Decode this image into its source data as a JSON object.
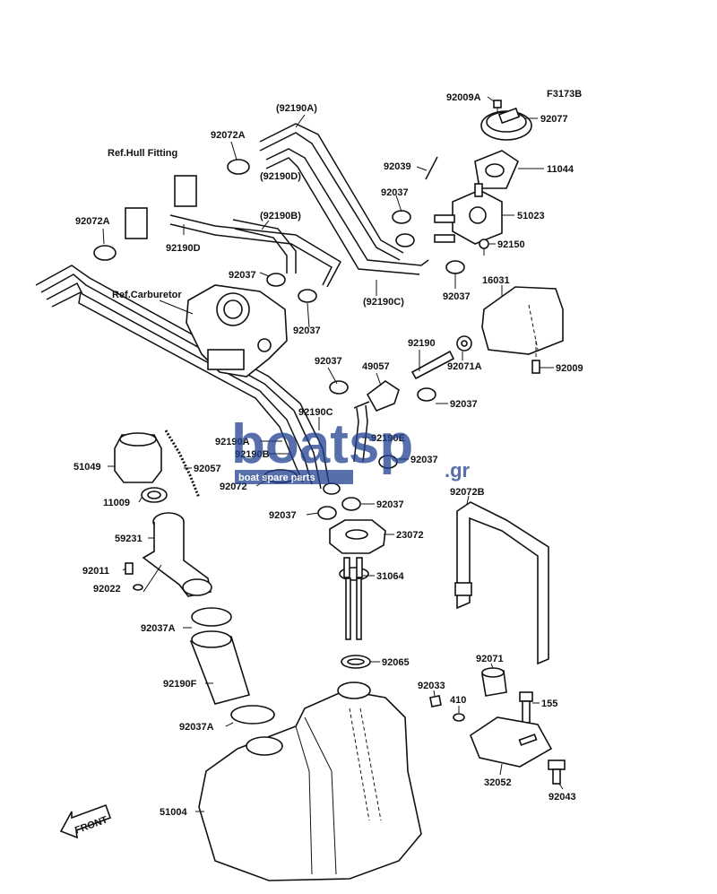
{
  "figure_code": "F3173B",
  "reference_labels": {
    "hull_fitting": "Ref.Hull Fitting",
    "carburetor": "Ref.Carburetor"
  },
  "front_arrow": "FRONT",
  "watermark": {
    "main": "boatsp",
    "suffix": ".gr",
    "tagline": "boat spare parts",
    "color": "#1f3f8f"
  },
  "part_labels": {
    "p92009A": "92009A",
    "p92077": "92077",
    "p11044": "11044",
    "p92039": "92039",
    "p92037_a": "92037",
    "p51023": "51023",
    "p92150": "92150",
    "p92037_b": "92037",
    "p16031": "16031",
    "p92009": "92009",
    "p92071A": "92071A",
    "p92190": "92190",
    "p49057": "49057",
    "p92037_c": "92037",
    "p92037_d": "92037",
    "p92190A": "(92190A)",
    "p92072A_top": "92072A",
    "p92190D_top": "(92190D)",
    "p92190B_top": "(92190B)",
    "p92190C_top": "(92190C)",
    "p92072A_left": "92072A",
    "p92190D": "92190D",
    "p92037_e": "92037",
    "p92037_f": "92037",
    "p92190C": "92190C",
    "p92190E": "92190E",
    "p92190A_mid": "92190A",
    "p92190B": "92190B",
    "p92037_g": "92037",
    "p51049": "51049",
    "p92057": "92057",
    "p92072": "92072",
    "p92037_h": "92037",
    "p92037_i": "92037",
    "p11009": "11009",
    "p59231": "59231",
    "p23072": "23072",
    "p92011": "92011",
    "p92022": "92022",
    "p31064": "31064",
    "p92072B": "92072B",
    "p92037A_a": "92037A",
    "p92065": "92065",
    "p92190F": "92190F",
    "p92071": "92071",
    "p92033": "92033",
    "p410": "410",
    "p155": "155",
    "p92037A_b": "92037A",
    "p32052": "32052",
    "p92043": "92043",
    "p51004": "51004"
  }
}
